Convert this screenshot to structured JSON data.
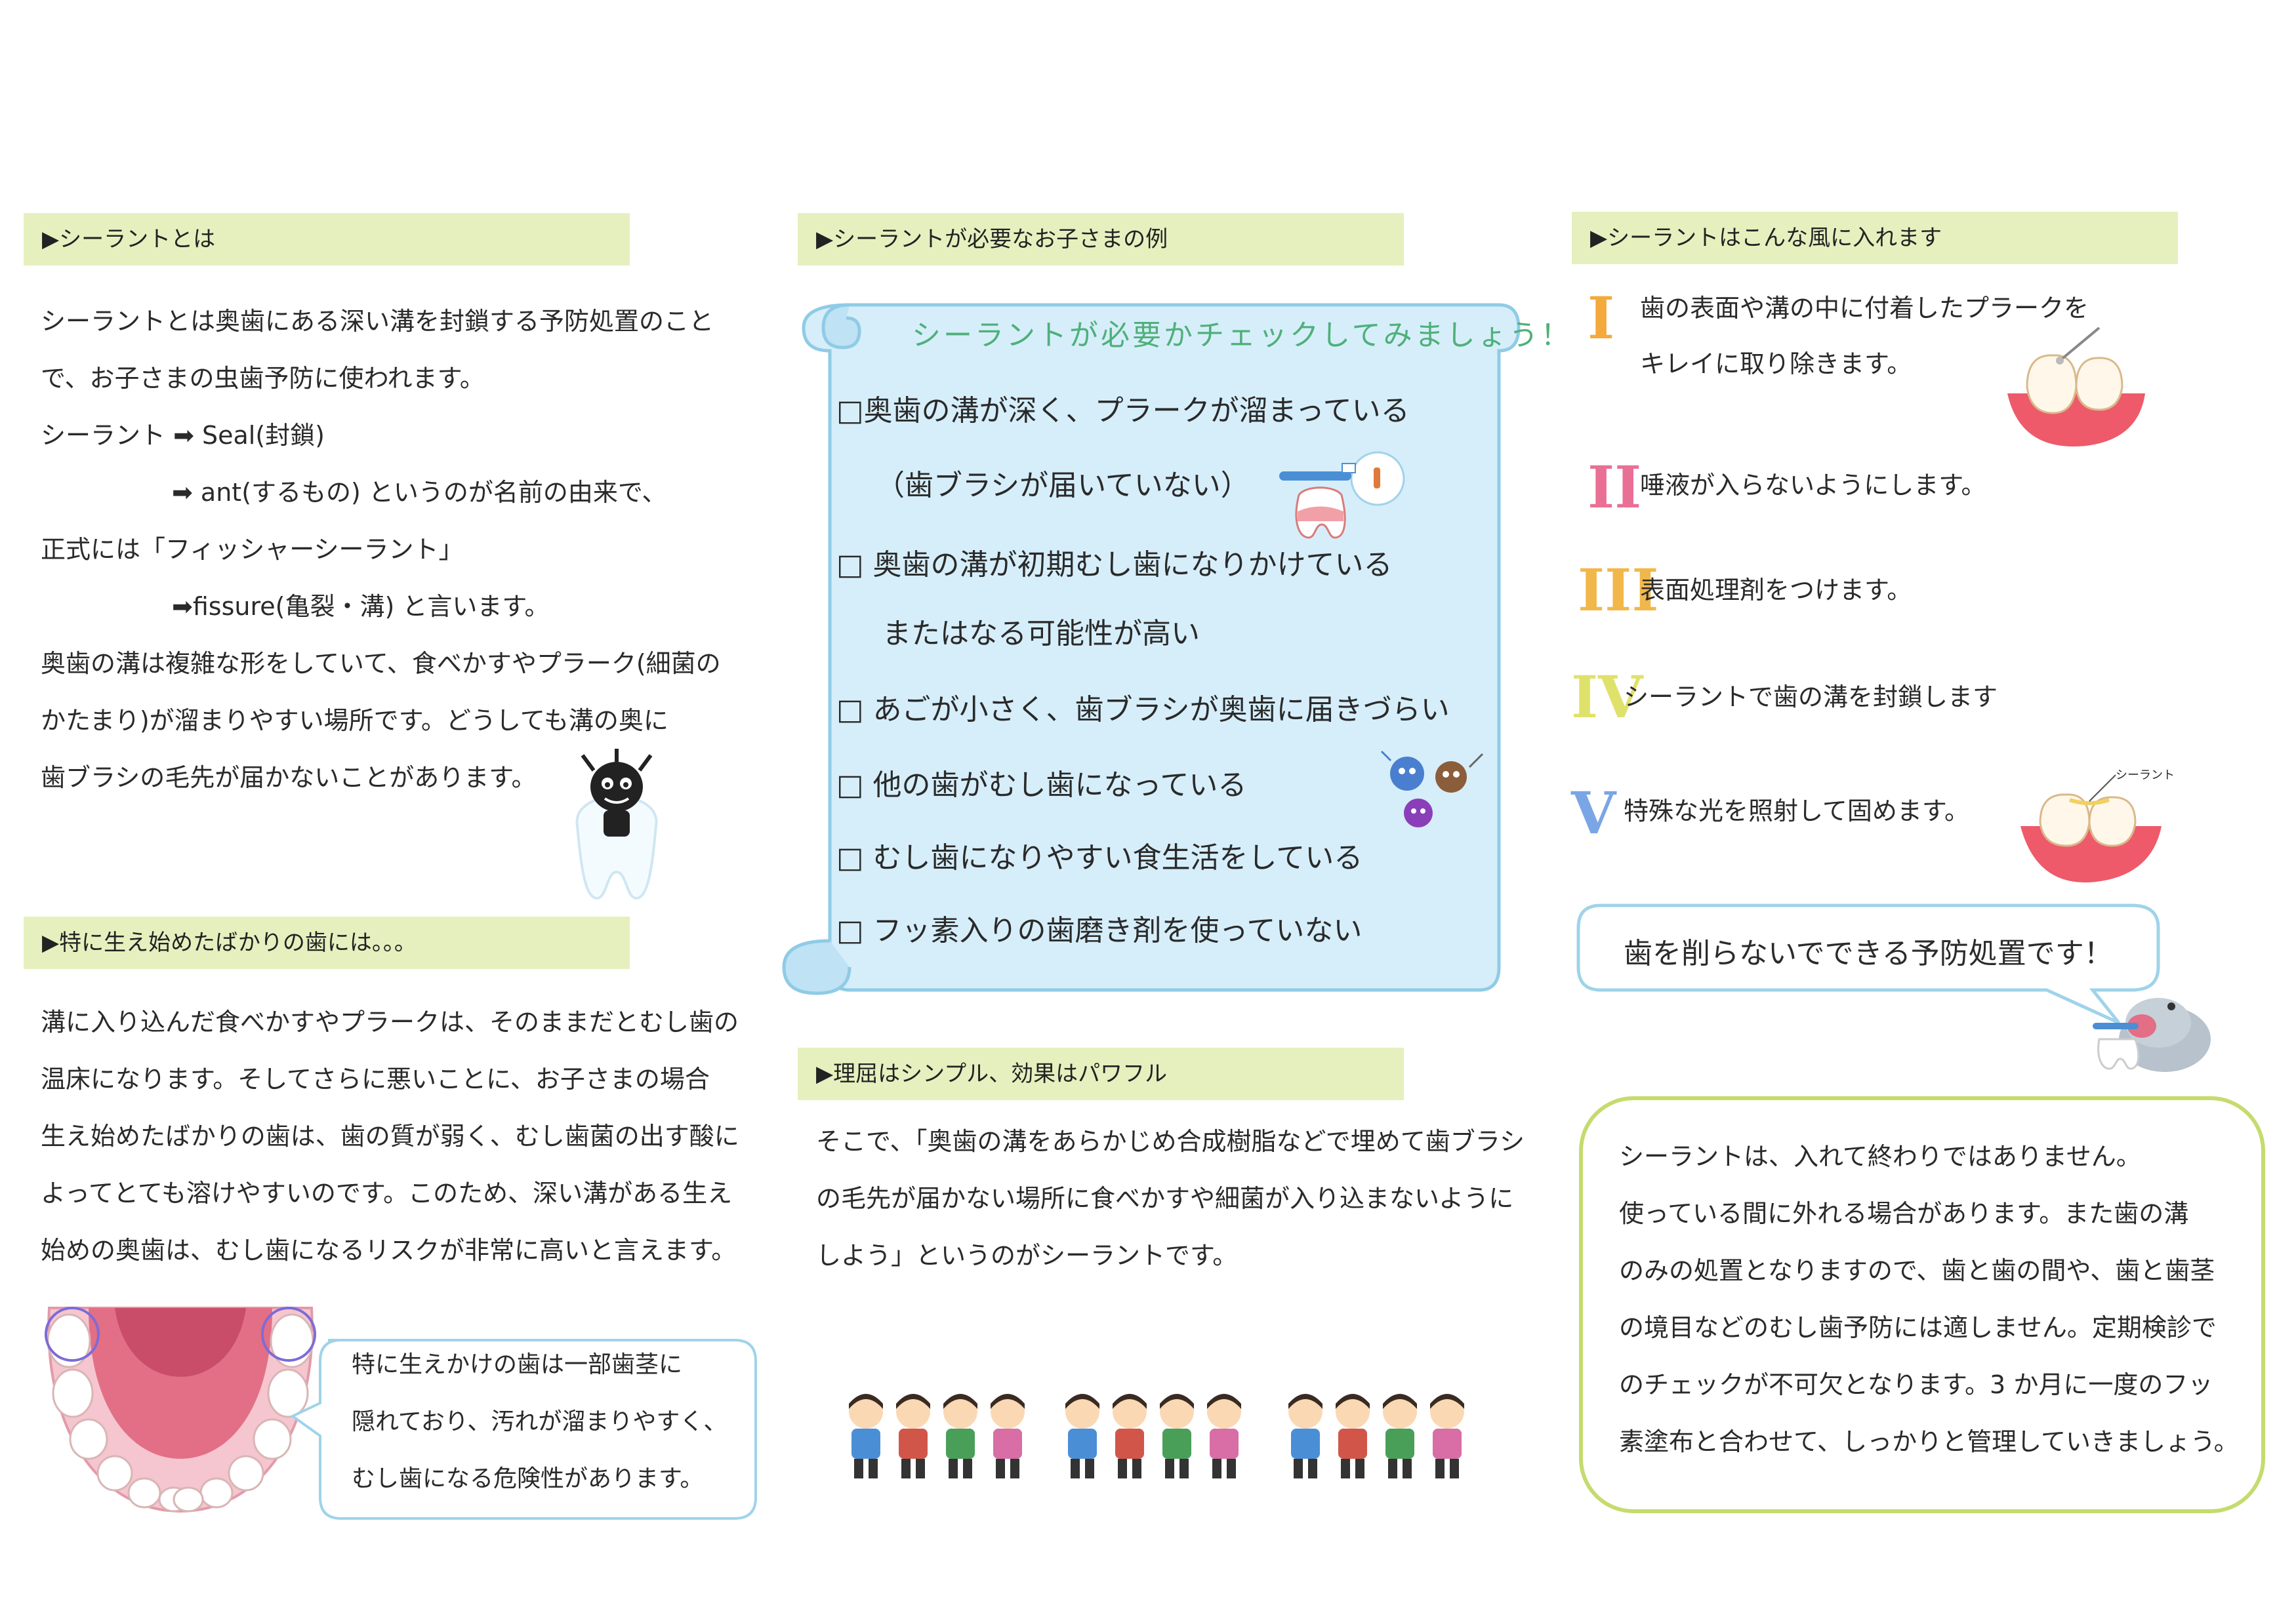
{
  "left": {
    "section1_title": "▶シーラントとは",
    "section1_lines": [
      "シーラントとは奥歯にある深い溝を封鎖する予防処置のこと",
      "で、お子さまの虫歯予防に使われます。",
      "シーラント ➡ Seal(封鎖)",
      "➡ ant(するもの) というのが名前の由来で、",
      "正式には「フィッシャーシーラント」",
      "➡fissure(亀裂・溝) と言います。",
      "奥歯の溝は複雑な形をしていて、食べかすやプラーク(細菌の",
      "かたまり)が溜まりやすい場所です。どうしても溝の奥に",
      "歯ブラシの毛先が届かないことがあります。"
    ],
    "section2_title": "▶特に生え始めたばかりの歯には。。。",
    "section2_lines": [
      "溝に入り込んだ食べかすやプラークは、そのままだとむし歯の",
      "温床になります。そしてさらに悪いことに、お子さまの場合",
      "生え始めたばかりの歯は、歯の質が弱く、むし歯菌の出す酸に",
      "よってとても溶けやすいのです。このため、深い溝がある生え",
      "始めの奥歯は、むし歯になるリスクが非常に高いと言えます。"
    ],
    "bubble_lines": [
      "特に生えかけの歯は一部歯茎に",
      "隠れており、汚れが溜まりやすく、",
      "むし歯になる危険性があります。"
    ]
  },
  "middle": {
    "section1_title": "▶シーラントが必要なお子さまの例",
    "scroll_title": "シーラントが必要かチェックしてみましょう！",
    "checks": [
      "□奥歯の溝が深く、プラークが溜まっている",
      "（歯ブラシが届いていない）",
      "□ 奥歯の溝が初期むし歯になりかけている",
      "またはなる可能性が高い",
      "□ あごが小さく、歯ブラシが奥歯に届きづらい",
      "□ 他の歯がむし歯になっている",
      "□ むし歯になりやすい食生活をしている",
      "□ フッ素入りの歯磨き剤を使っていない"
    ],
    "section2_title": "▶理屈はシンプル、効果はパワフル",
    "section2_lines": [
      "そこで、「奥歯の溝をあらかじめ合成樹脂などで埋めて歯ブラシ",
      "の毛先が届かない場所に食べかすや細菌が入り込まないように",
      "しよう」というのがシーラントです。"
    ]
  },
  "right": {
    "section1_title": "▶シーラントはこんな風に入れます",
    "steps": [
      {
        "num": "I",
        "color": "#f4a93c",
        "lines": [
          "歯の表面や溝の中に付着したプラークを",
          "キレイに取り除きます。"
        ]
      },
      {
        "num": "II",
        "color": "#ea6f95",
        "lines": [
          "唾液が入らないようにします。"
        ]
      },
      {
        "num": "III",
        "color": "#f2b74a",
        "lines": [
          "表面処理剤をつけます。"
        ]
      },
      {
        "num": "IV",
        "color": "#dfe26a",
        "lines": [
          "シーラントで歯の溝を封鎖します"
        ]
      },
      {
        "num": "V",
        "color": "#7aa6e6",
        "lines": [
          "特殊な光を照射して固めます。"
        ]
      }
    ],
    "illustration_label": "シーラント",
    "speech_text": "歯を削らないでできる予防処置です！",
    "note_lines": [
      "シーラントは、入れて終わりではありません。",
      "使っている間に外れる場合があります。また歯の溝",
      "のみの処置となりますので、歯と歯の間や、歯と歯茎",
      "の境目などのむし歯予防には適しません。定期検診で",
      "のチェックが不可欠となります。3 か月に一度のフッ",
      "素塗布と合わせて、しっかりと管理していきましょう。"
    ]
  },
  "colors": {
    "bar": "#e6f0bf",
    "scroll_fill": "#d6eefa",
    "scroll_border": "#8fcbe6",
    "scroll_title": "#4fb07a",
    "note_border": "#c5db6e",
    "speech_border": "#8fcbe6"
  }
}
